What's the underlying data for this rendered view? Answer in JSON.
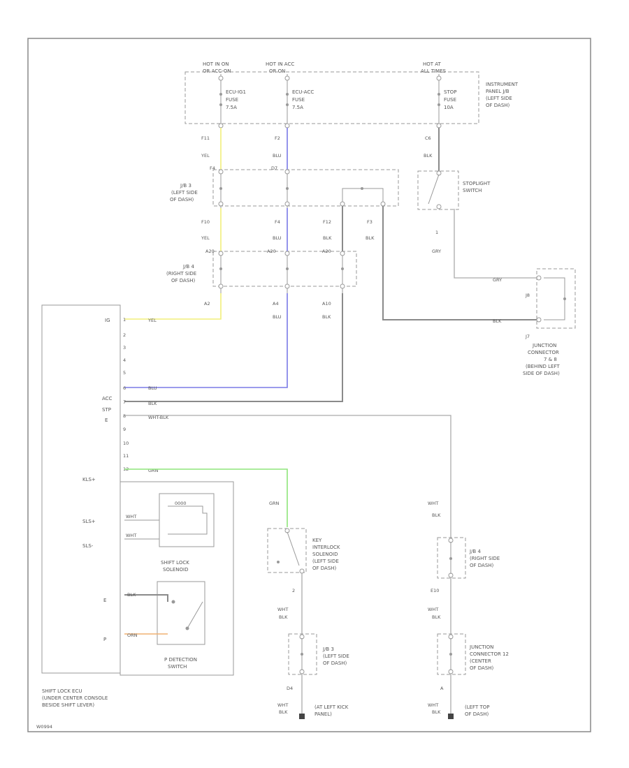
{
  "colors": {
    "YEL": "#f2ef7a",
    "BLU": "#7a7ae6",
    "GRN": "#8ee57a",
    "ORN": "#f0b070",
    "BLK": "#8a8a8a",
    "GRY": "#aaaaaa"
  },
  "power": {
    "hot1": "HOT IN ON",
    "hot1b": "OR ACC-ON",
    "hot2": "HOT IN ACC",
    "hot2b": "OR ON",
    "hot3": "HOT AT",
    "hot3b": "ALL TIMES",
    "fuse1": [
      "ECU-IG1",
      "FUSE",
      "7.5A"
    ],
    "fuse2": [
      "ECU-ACC",
      "FUSE",
      "7.5A"
    ],
    "fuse3": [
      "STOP",
      "FUSE",
      "10A"
    ],
    "panel_jb": [
      "INSTRUMENT",
      "PANEL J/B",
      "(LEFT SIDE",
      "OF DASH)"
    ]
  },
  "connectors": {
    "jb3": [
      "J/B 3",
      "(LEFT SIDE",
      "OF DASH)"
    ],
    "jb4": [
      "J/B 4",
      "(RIGHT SIDE",
      "OF DASH)"
    ],
    "jc78": [
      "JUNCTION",
      "CONNECTOR",
      "7 & 8",
      "(BEHIND LEFT",
      "SIDE OF DASH)"
    ],
    "jb4b": [
      "J/B 4",
      "(RIGHT SIDE",
      "OF DASH)"
    ],
    "jc12": [
      "JUNCTION",
      "CONNECTOR 12",
      "(CENTER",
      "OF DASH)"
    ],
    "jb3b": [
      "J/B 3",
      "(LEFT SIDE",
      "OF DASH)"
    ]
  },
  "wires": {
    "f11": "F11",
    "yel": "YEL",
    "f2": "F2",
    "blu": "BLU",
    "c6": "C6",
    "blk": "BLK",
    "f10": "F10",
    "f4": "F4",
    "f12": "F12",
    "f3": "F3",
    "f10b": "F10",
    "f4b": "F4",
    "f12b": "F12",
    "a2": "A2",
    "a4": "A4",
    "a10": "A10",
    "gry": "GRY",
    "j8": "J8",
    "j7": "J7",
    "wht_blk": "WHT-BLK",
    "grn": "GRN",
    "wht": "WHT",
    "e10": "E10",
    "d4": "D4",
    "a": "A",
    "pin2": "2"
  },
  "switches": {
    "stop": [
      "STOPLIGHT",
      "SWITCH"
    ],
    "key": [
      "KEY",
      "INTERLOCK",
      "SOLENOID",
      "(LEFT SIDE",
      "OF DASH)"
    ],
    "shift_lock_sol": [
      "SHIFT LOCK",
      "SOLENOID"
    ],
    "p_det": [
      "P DETECTION",
      "SWITCH"
    ]
  },
  "ecu": {
    "pins": [
      "IG",
      "ACC",
      "STP",
      "E",
      "KLS+",
      "SLS+",
      "SLS-",
      "E",
      "P"
    ],
    "pin_nums": [
      "1",
      "2",
      "3",
      "4",
      "5",
      "6",
      "7",
      "8",
      "9",
      "10",
      "11",
      "12"
    ],
    "label": [
      "SHIFT LOCK ECU",
      "(UNDER CENTER CONSOLE",
      "BESIDE SHIFT LEVER)"
    ]
  },
  "grounds": {
    "g1": [
      "(AT LEFT KICK",
      "PANEL)"
    ],
    "g2": [
      "(LEFT TOP",
      "OF DASH)"
    ]
  },
  "footer_code": "W0994"
}
